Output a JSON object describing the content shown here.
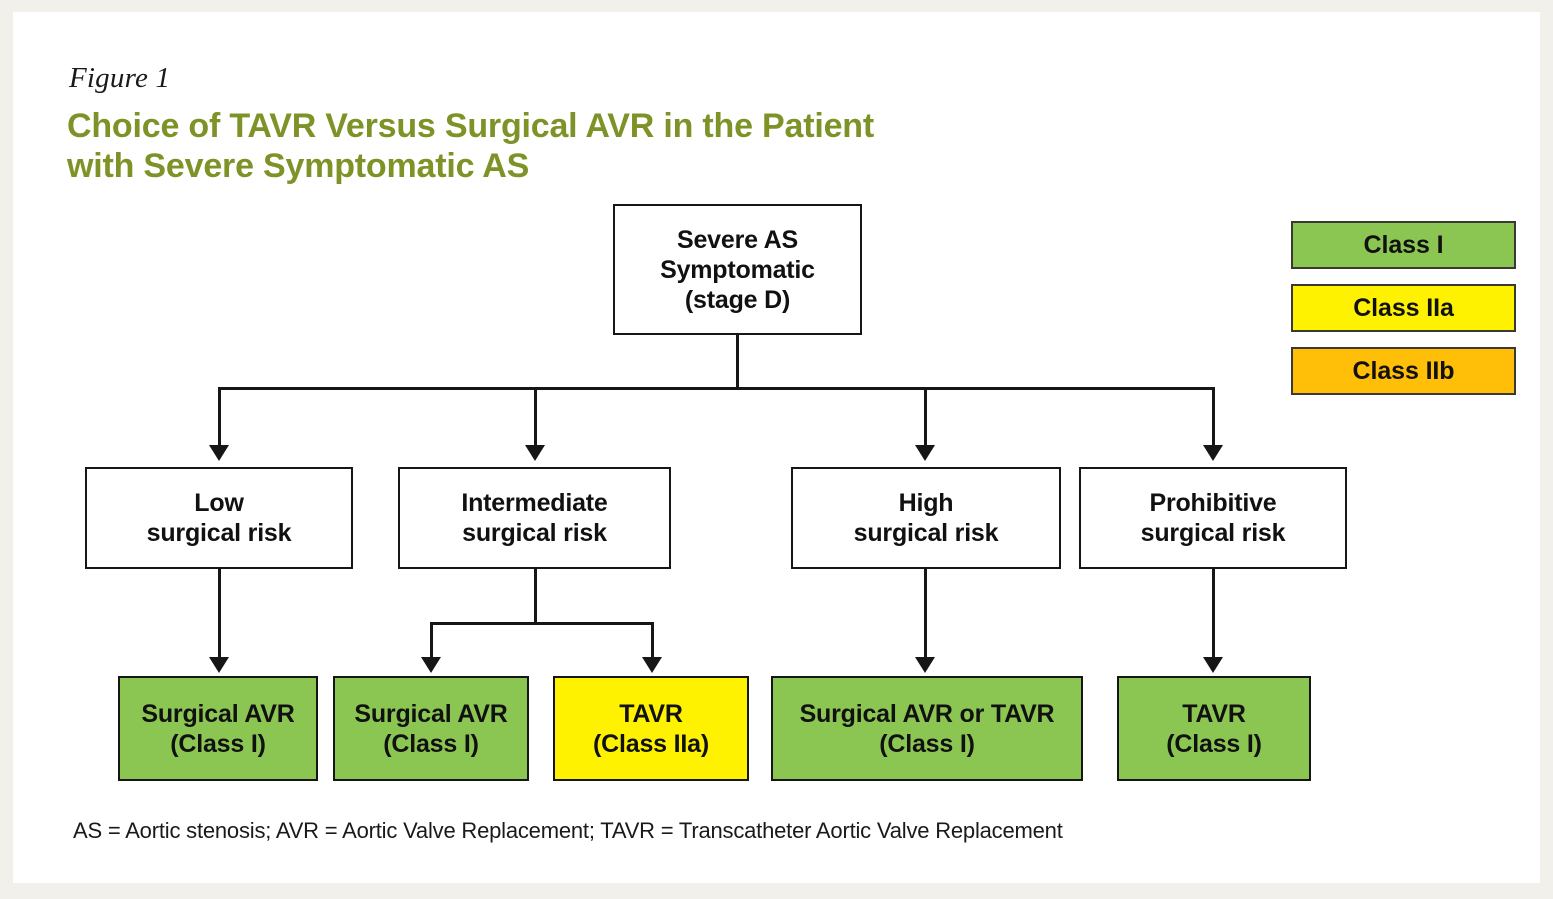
{
  "figure": {
    "label": "Figure 1",
    "title_line1": "Choice of TAVR Versus Surgical AVR in the Patient",
    "title_line2": "with Severe Symptomatic AS",
    "title_color": "#7d9327"
  },
  "root": {
    "line1": "Severe AS",
    "line2": "Symptomatic",
    "line3": "(stage D)"
  },
  "risk_tiers": [
    {
      "line1": "Low",
      "line2": "surgical risk"
    },
    {
      "line1": "Intermediate",
      "line2": "surgical risk"
    },
    {
      "line1": "High",
      "line2": "surgical risk"
    },
    {
      "line1": "Prohibitive",
      "line2": "surgical risk"
    }
  ],
  "recommendations": [
    {
      "line1": "Surgical AVR",
      "line2": "(Class I)",
      "class": "I",
      "color": "#8cc652",
      "parent": "Low surgical risk"
    },
    {
      "line1": "Surgical AVR",
      "line2": "(Class I)",
      "class": "I",
      "color": "#8cc652",
      "parent": "Intermediate surgical risk"
    },
    {
      "line1": "TAVR",
      "line2": "(Class IIa)",
      "class": "IIa",
      "color": "#fff200",
      "parent": "Intermediate surgical risk"
    },
    {
      "line1": "Surgical AVR or TAVR",
      "line2": "(Class I)",
      "class": "I",
      "color": "#8cc652",
      "parent": "High surgical risk"
    },
    {
      "line1": "TAVR",
      "line2": "(Class I)",
      "class": "I",
      "color": "#8cc652",
      "parent": "Prohibitive surgical risk"
    }
  ],
  "legend": [
    {
      "label": "Class I",
      "color": "#8cc652"
    },
    {
      "label": "Class IIa",
      "color": "#fff200"
    },
    {
      "label": "Class IIb",
      "color": "#ffbe08"
    }
  ],
  "footnote": "AS = Aortic stenosis; AVR = Aortic Valve Replacement; TAVR = Transcatheter Aortic Valve Replacement",
  "chart_data": {
    "type": "diagram",
    "title": "Choice of TAVR Versus Surgical AVR in the Patient with Severe Symptomatic AS",
    "nodes": [
      {
        "id": "root",
        "text": "Severe AS Symptomatic (stage D)",
        "fill": "#ffffff",
        "level": 0
      },
      {
        "id": "low",
        "text": "Low surgical risk",
        "fill": "#ffffff",
        "level": 1
      },
      {
        "id": "intermediate",
        "text": "Intermediate surgical risk",
        "fill": "#ffffff",
        "level": 1
      },
      {
        "id": "high",
        "text": "High surgical risk",
        "fill": "#ffffff",
        "level": 1
      },
      {
        "id": "prohibitive",
        "text": "Prohibitive surgical risk",
        "fill": "#ffffff",
        "level": 1
      },
      {
        "id": "rec1",
        "text": "Surgical AVR (Class I)",
        "fill": "#8cc652",
        "level": 2
      },
      {
        "id": "rec2",
        "text": "Surgical AVR (Class I)",
        "fill": "#8cc652",
        "level": 2
      },
      {
        "id": "rec3",
        "text": "TAVR (Class IIa)",
        "fill": "#fff200",
        "level": 2
      },
      {
        "id": "rec4",
        "text": "Surgical AVR or TAVR (Class I)",
        "fill": "#8cc652",
        "level": 2
      },
      {
        "id": "rec5",
        "text": "TAVR (Class I)",
        "fill": "#8cc652",
        "level": 2
      }
    ],
    "edges": [
      {
        "from": "root",
        "to": "low"
      },
      {
        "from": "root",
        "to": "intermediate"
      },
      {
        "from": "root",
        "to": "high"
      },
      {
        "from": "root",
        "to": "prohibitive"
      },
      {
        "from": "low",
        "to": "rec1"
      },
      {
        "from": "intermediate",
        "to": "rec2"
      },
      {
        "from": "intermediate",
        "to": "rec3"
      },
      {
        "from": "high",
        "to": "rec4"
      },
      {
        "from": "prohibitive",
        "to": "rec5"
      }
    ]
  }
}
